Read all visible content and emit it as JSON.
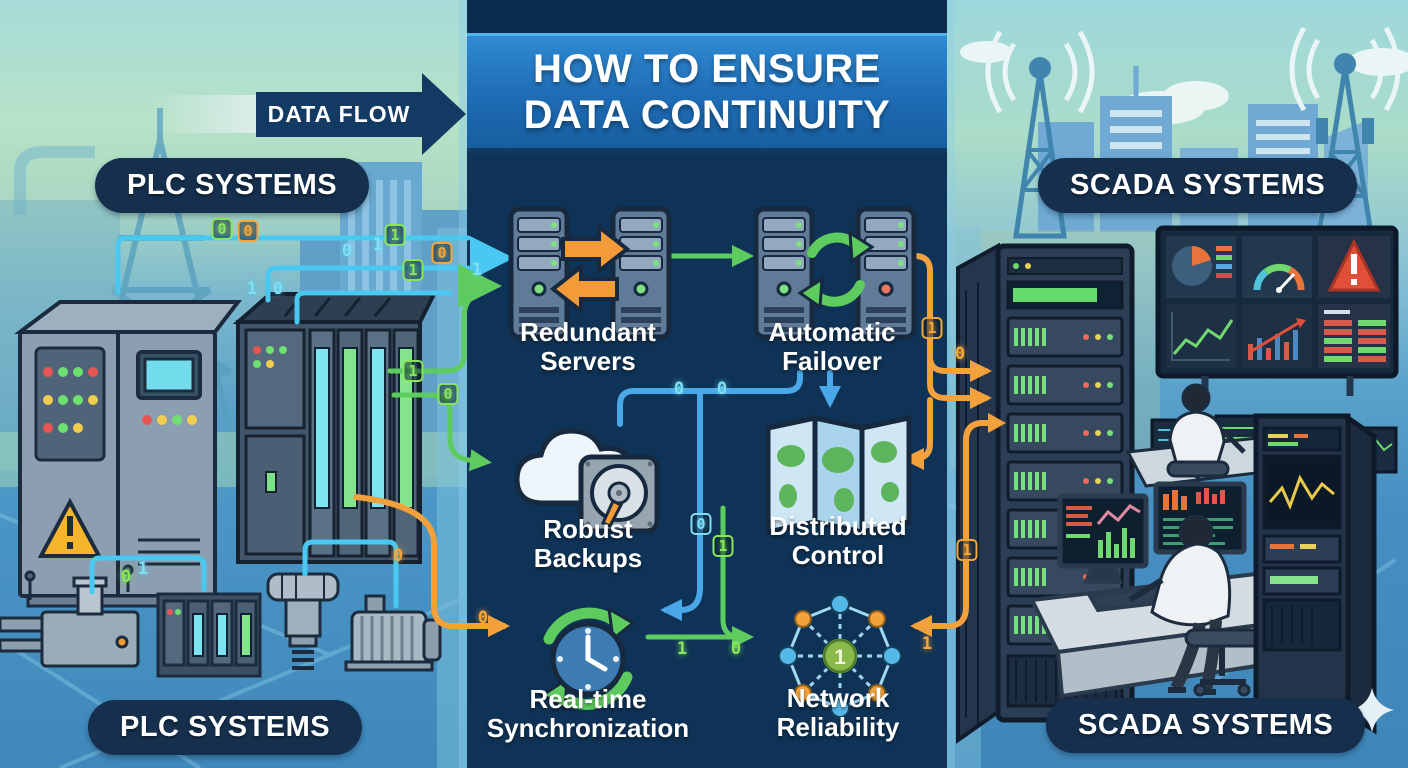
{
  "title": {
    "line1": "HOW TO ENSURE",
    "line2": "DATA CONTINUITY"
  },
  "data_flow_label": "DATA FLOW",
  "region_labels": {
    "plc_top": "PLC SYSTEMS",
    "plc_bottom": "PLC SYSTEMS",
    "scada_top": "SCADA SYSTEMS",
    "scada_bottom": "SCADA SYSTEMS"
  },
  "steps": [
    {
      "id": "redundant-servers",
      "line1": "Redundant",
      "line2": "Servers"
    },
    {
      "id": "automatic-failover",
      "line1": "Automatic",
      "line2": "Failover"
    },
    {
      "id": "robust-backups",
      "line1": "Robust",
      "line2": "Backups"
    },
    {
      "id": "distributed-control",
      "line1": "Distributed",
      "line2": "Control"
    },
    {
      "id": "realtime-sync",
      "line1": "Real-time",
      "line2": "Synchronization"
    },
    {
      "id": "network-reliability",
      "line1": "Network",
      "line2": "Reliability"
    }
  ],
  "network_icon": {
    "center_digit": "1"
  },
  "digits": [
    {
      "v": "0"
    },
    {
      "v": "0"
    },
    {
      "v": "1"
    },
    {
      "v": "0"
    },
    {
      "v": "0"
    },
    {
      "v": "1"
    },
    {
      "v": "1"
    },
    {
      "v": "0"
    },
    {
      "v": "1"
    },
    {
      "v": "1"
    },
    {
      "v": "1"
    },
    {
      "v": "0"
    },
    {
      "v": "0"
    },
    {
      "v": "0"
    },
    {
      "v": "0"
    },
    {
      "v": "1"
    },
    {
      "v": "1"
    },
    {
      "v": "0"
    },
    {
      "v": "0"
    },
    {
      "v": "0"
    },
    {
      "v": "1"
    },
    {
      "v": "0"
    },
    {
      "v": "1"
    },
    {
      "v": "1"
    },
    {
      "v": "0"
    },
    {
      "v": "1"
    }
  ],
  "colors": {
    "accent_cyan": "#49c9f2",
    "accent_green": "#5ecb5e",
    "accent_orange": "#f2a13c",
    "accent_blue": "#4aa7e8",
    "column_navy": "#0f3356",
    "banner_blue": "#1e6cb5",
    "pill_navy": "#152f4d"
  }
}
